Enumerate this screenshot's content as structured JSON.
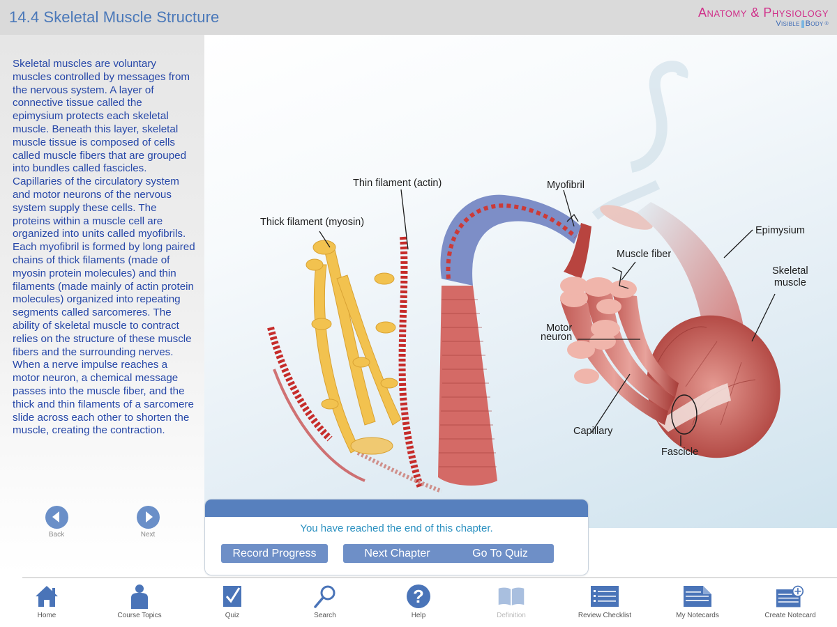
{
  "header": {
    "title": "14.4 Skeletal Muscle Structure",
    "brand_title": "Anatomy & Physiology",
    "brand_sub_left": "Visible",
    "brand_sub_right": "Body",
    "brand_mark": "®"
  },
  "sidebar": {
    "body_text": "Skeletal muscles are voluntary muscles controlled by messages from the nervous system. A layer of connective tissue called the epimysium protects each skeletal muscle. Beneath this layer, skeletal muscle tissue is composed of cells called muscle fibers that are grouped into bundles called fascicles. Capillaries of the circulatory system and motor neurons of the nervous system supply these cells. The proteins within a muscle cell are organized into units called myofibrils. Each myofibril is formed by long paired chains of thick filaments (made of myosin protein molecules) and thin filaments (made mainly of actin protein molecules) organized into repeating segments called sarcomeres. The ability of skeletal muscle to contract relies on the structure of these muscle fibers and the surrounding nerves. When a nerve impulse reaches a motor neuron, a chemical message passes into the muscle fiber, and the thick and thin filaments of a sarcomere slide across each other to shorten the muscle, creating the contraction.",
    "back_label": "Back",
    "next_label": "Next"
  },
  "illustration": {
    "labels": {
      "thin_filament": "Thin filament (actin)",
      "thick_filament": "Thick filament (myosin)",
      "myofibril": "Myofibril",
      "muscle_fiber": "Muscle fiber",
      "epimysium": "Epimysium",
      "skeletal_muscle_1": "Skeletal",
      "skeletal_muscle_2": "muscle",
      "motor_neuron_1": "Motor",
      "motor_neuron_2": "neuron",
      "capillary": "Capillary",
      "fascicle": "Fascicle"
    }
  },
  "dialog": {
    "message": "You have reached the end of this chapter.",
    "buttons": {
      "record_progress": "Record Progress",
      "next_chapter": "Next Chapter",
      "go_to_quiz": "Go To Quiz"
    }
  },
  "toolbar": {
    "items": [
      {
        "label": "Home",
        "icon": "home-icon",
        "enabled": true
      },
      {
        "label": "Course Topics",
        "icon": "person-icon",
        "enabled": true
      },
      {
        "label": "Quiz",
        "icon": "checkbox-icon",
        "enabled": true
      },
      {
        "label": "Search",
        "icon": "magnifier-icon",
        "enabled": true
      },
      {
        "label": "Help",
        "icon": "question-icon",
        "enabled": true
      },
      {
        "label": "Definition",
        "icon": "book-icon",
        "enabled": false
      },
      {
        "label": "Review Checklist",
        "icon": "checklist-icon",
        "enabled": true
      },
      {
        "label": "My Notecards",
        "icon": "notecard-icon",
        "enabled": true
      },
      {
        "label": "Create Notecard",
        "icon": "add-notecard-icon",
        "enabled": true
      }
    ]
  },
  "colors": {
    "accent_blue": "#5780be",
    "title_blue": "#4a78b9",
    "body_text_blue": "#2647a8",
    "brand_pink": "#d0308a",
    "message_teal": "#2a90c0",
    "disabled_icon": "#a9bfdf"
  }
}
